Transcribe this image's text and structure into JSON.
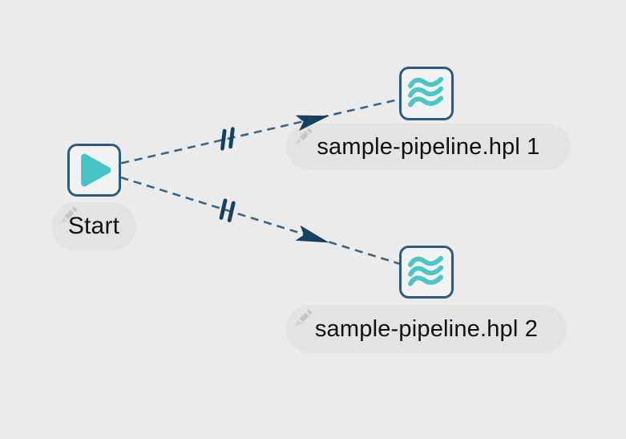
{
  "workflow": {
    "nodes": [
      {
        "id": "start",
        "label": "Start",
        "icon": "play-icon"
      },
      {
        "id": "pipeline-1",
        "label": "sample-pipeline.hpl 1",
        "icon": "pipeline-waves-icon"
      },
      {
        "id": "pipeline-2",
        "label": "sample-pipeline.hpl 2",
        "icon": "pipeline-waves-icon"
      }
    ],
    "hops": [
      {
        "from": "Start",
        "to": "sample-pipeline.hpl 1",
        "line_style": "dashed",
        "indicator": "parallel-execution",
        "arrow": true
      },
      {
        "from": "Start",
        "to": "sample-pipeline.hpl 2",
        "line_style": "dashed",
        "indicator": "parallel-execution",
        "arrow": true
      }
    ]
  },
  "colors": {
    "canvas_bg": "#ebebeb",
    "node_border": "#2d5b7d",
    "node_bg": "#f2f2f2",
    "icon_teal": "#47c3c6",
    "hop_line": "#3a6586",
    "hop_arrow": "#17415e",
    "label_bg": "#e3e3e3",
    "label_text": "#101010",
    "edit_pencil": "#c6c6c6"
  }
}
